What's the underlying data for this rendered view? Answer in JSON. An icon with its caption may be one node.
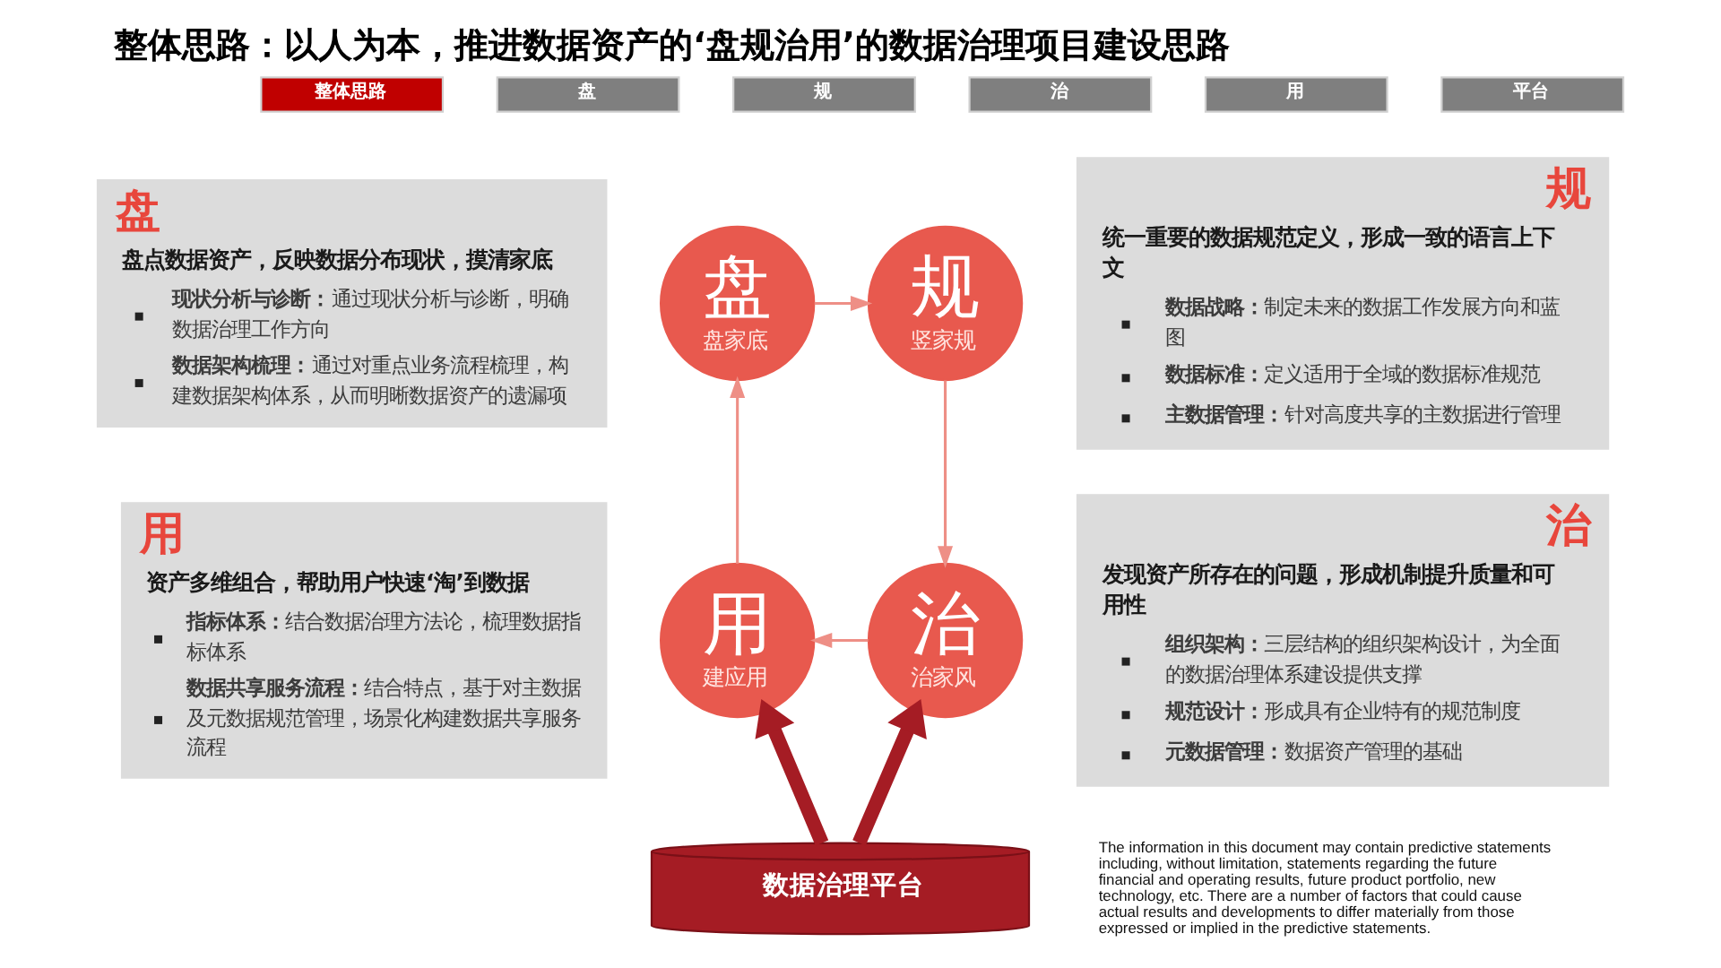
{
  "diagram": {
    "title": "整体思路：以人为本，推进数据资产的‘盘规治用’的数据治理项目建设思路",
    "nodes": [
      {
        "text": [
          "整体思路"
        ]
      },
      {
        "text": [
          "盘"
        ]
      },
      {
        "text": [
          "规"
        ]
      },
      {
        "text": [
          "治"
        ]
      },
      {
        "text": [
          "用"
        ]
      },
      {
        "text": [
          "平台"
        ]
      },
      {
        "text": [
          "盘",
          "盘点数据资产，反映数据分布现状，摸清家底",
          "**现状分析与诊断：**通过现状分析与诊断，明确数据治理工作方向",
          "**数据架构梳理：**通过对重点业务流程梳理，构建数据架构体系，从而明晰数据资产的遗漏项"
        ]
      },
      {
        "text": [
          "盘",
          "盘家底"
        ]
      },
      {
        "text": [
          "规",
          "竖家规"
        ]
      },
      {
        "text": [
          "规",
          "统一重要的数据规范定义，形成一致的语言上下文",
          "**数据战略：**制定未来的数据工作发展方向和蓝图",
          "**数据标准：**定义适用于全域的数据标准规范",
          "**主数据管理：**针对高度共享的主数据进行管理"
        ]
      },
      {
        "text": [
          "用",
          "资产多维组合，帮助用户快速‘淘’到数据",
          "**指标体系：**结合数据治理方法论，梳理数据指标体系",
          "**数据共享服务流程：**结合特点，基于对主数据及元数据规范管理，场景化构建数据共享服务流程"
        ]
      },
      {
        "text": [
          "用",
          "建应用"
        ]
      },
      {
        "text": [
          "治",
          "治家风"
        ]
      },
      {
        "text": [
          "治",
          "发现资产所存在的问题，形成机制提升质量和可用性",
          "**组织架构：**三层结构的组织架构设计，为全面的数据治理体系建设提供支撑",
          "**规范设计：**形成具有企业特有的规范制度",
          "**元数据管理：**数据资产管理的基础"
        ]
      },
      {
        "text": [
          "数据治理平台"
        ]
      }
    ],
    "edges": [
      {
        "from": 7,
        "to": 8,
        "arrow": "to"
      },
      {
        "from": 8,
        "to": 12,
        "arrow": "to"
      },
      {
        "from": 12,
        "to": 11,
        "arrow": "to"
      },
      {
        "from": 11,
        "to": 7,
        "arrow": "to"
      },
      {
        "from": 14,
        "to": 11,
        "arrow": "to",
        "style": "thick",
        "color": "#a51c24"
      },
      {
        "from": 14,
        "to": 12,
        "arrow": "to",
        "style": "thick",
        "color": "#a51c24"
      }
    ],
    "labels": [
      "The information in this document may contain predictive statements including, without limitation, statements regarding the future financial and operating results, future product portfolio, new technology, etc. There are a number of factors that could cause actual results and developments to differ materially from those expressed or implied in the predictive statements."
    ]
  }
}
